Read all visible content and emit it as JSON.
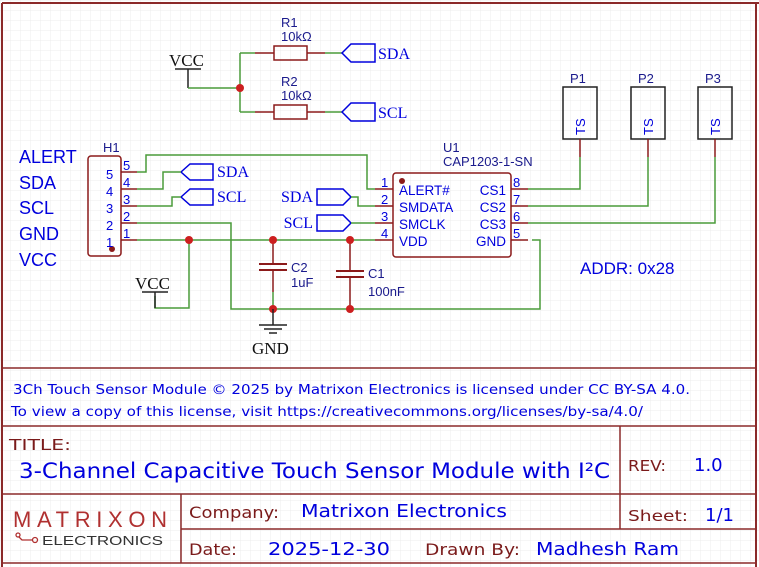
{
  "colors": {
    "wire": "#4a9b3a",
    "pin": "#8b1a1a",
    "border": "#8b2a2a",
    "junction": "#cc1f1f",
    "text_blue": "#0000dd",
    "text_navy": "#1a1a8c",
    "label_dark": "#7a1a1a",
    "grid": "#ececec",
    "symbol_black": "#222222"
  },
  "pullups": {
    "power_label": "VCC",
    "r1": {
      "ref": "R1",
      "value": "10kΩ",
      "net": "SDA"
    },
    "r2": {
      "ref": "R2",
      "value": "10kΩ",
      "net": "SCL"
    }
  },
  "header": {
    "ref": "H1",
    "side_labels": [
      "ALERT",
      "SDA",
      "SCL",
      "GND",
      "VCC"
    ],
    "inner_pins": [
      "5",
      "4",
      "3",
      "2",
      "1"
    ],
    "outer_pins": [
      "5",
      "4",
      "3",
      "2",
      "1"
    ],
    "net_flags": {
      "sda": "SDA",
      "scl": "SCL"
    },
    "power_label": "VCC"
  },
  "ic": {
    "ref": "U1",
    "part": "CAP1203-1-SN",
    "left_pins": [
      {
        "num": "1",
        "name": "ALERT#"
      },
      {
        "num": "2",
        "name": "SMDATA"
      },
      {
        "num": "3",
        "name": "SMCLK"
      },
      {
        "num": "4",
        "name": "VDD"
      }
    ],
    "right_pins": [
      {
        "num": "8",
        "name": "CS1"
      },
      {
        "num": "7",
        "name": "CS2"
      },
      {
        "num": "6",
        "name": "CS3"
      },
      {
        "num": "5",
        "name": "GND"
      }
    ],
    "net_flags": {
      "sda": "SDA",
      "scl": "SCL"
    }
  },
  "pads": [
    {
      "ref": "P1",
      "label": "TS"
    },
    {
      "ref": "P2",
      "label": "TS"
    },
    {
      "ref": "P3",
      "label": "TS"
    }
  ],
  "caps": {
    "c2": {
      "ref": "C2",
      "value": "1uF"
    },
    "c1": {
      "ref": "C1",
      "value": "100nF"
    },
    "gnd_label": "GND"
  },
  "address_note": "ADDR: 0x28",
  "license": {
    "line1": "3Ch Touch Sensor Module © 2025 by Matrixon Electronics is licensed under CC BY-SA 4.0.",
    "line2": "To view a copy of this license, visit https://creativecommons.org/licenses/by-sa/4.0/"
  },
  "title_block": {
    "title_label": "TITLE:",
    "title": "3-Channel Capacitive Touch Sensor Module with I²C",
    "rev_label": "REV:",
    "rev": "1.0",
    "logo_main": "MATRIXON",
    "logo_sub": "ELECTRONICS",
    "company_label": "Company:",
    "company": "Matrixon Electronics",
    "sheet_label": "Sheet:",
    "sheet": "1/1",
    "date_label": "Date:",
    "date": "2025-12-30",
    "drawn_label": "Drawn By:",
    "drawn_by": "Madhesh Ram"
  }
}
